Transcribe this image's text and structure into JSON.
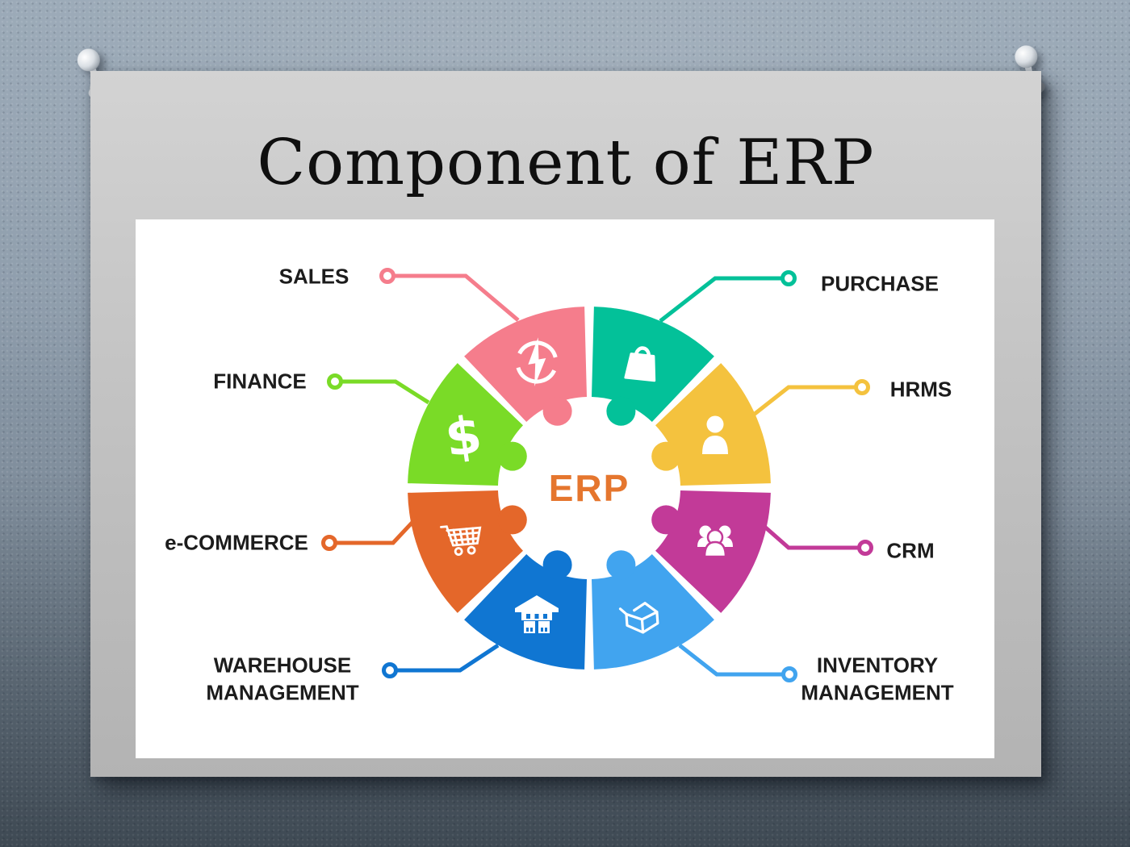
{
  "slide": {
    "title": "Component of ERP",
    "title_color": "#0f0f0f",
    "background": {
      "wall_top": "#99a8b6",
      "wall_bottom": "#4d5964",
      "card": "#c3c3c3",
      "panel": "#ffffff"
    },
    "diagram": {
      "center_label": "ERP",
      "center_color": "#E5762E",
      "icons": {
        "dollar_glyph": "$"
      },
      "components": [
        {
          "label": "SALES",
          "color": "#F57D8C",
          "icon": "flash-sale-icon",
          "side": "top-left"
        },
        {
          "label": "PURCHASE",
          "color": "#03C199",
          "icon": "shopping-bag-icon",
          "side": "top-right"
        },
        {
          "label": "FINANCE",
          "color": "#7ADB27",
          "icon": "dollar-icon",
          "side": "left"
        },
        {
          "label": "HRMS",
          "color": "#F4C23E",
          "icon": "person-icon",
          "side": "right"
        },
        {
          "label": "e-COMMERCE",
          "color": "#E4672A",
          "icon": "shopping-cart-icon",
          "side": "left"
        },
        {
          "label": "CRM",
          "color": "#C23A98",
          "icon": "people-group-icon",
          "side": "right"
        },
        {
          "label": "WAREHOUSE MANAGEMENT",
          "color": "#1076D2",
          "icon": "warehouse-icon",
          "side": "bottom-left"
        },
        {
          "label": "INVENTORY MANAGEMENT",
          "color": "#41A4EF",
          "icon": "open-box-icon",
          "side": "bottom-right"
        }
      ]
    }
  }
}
